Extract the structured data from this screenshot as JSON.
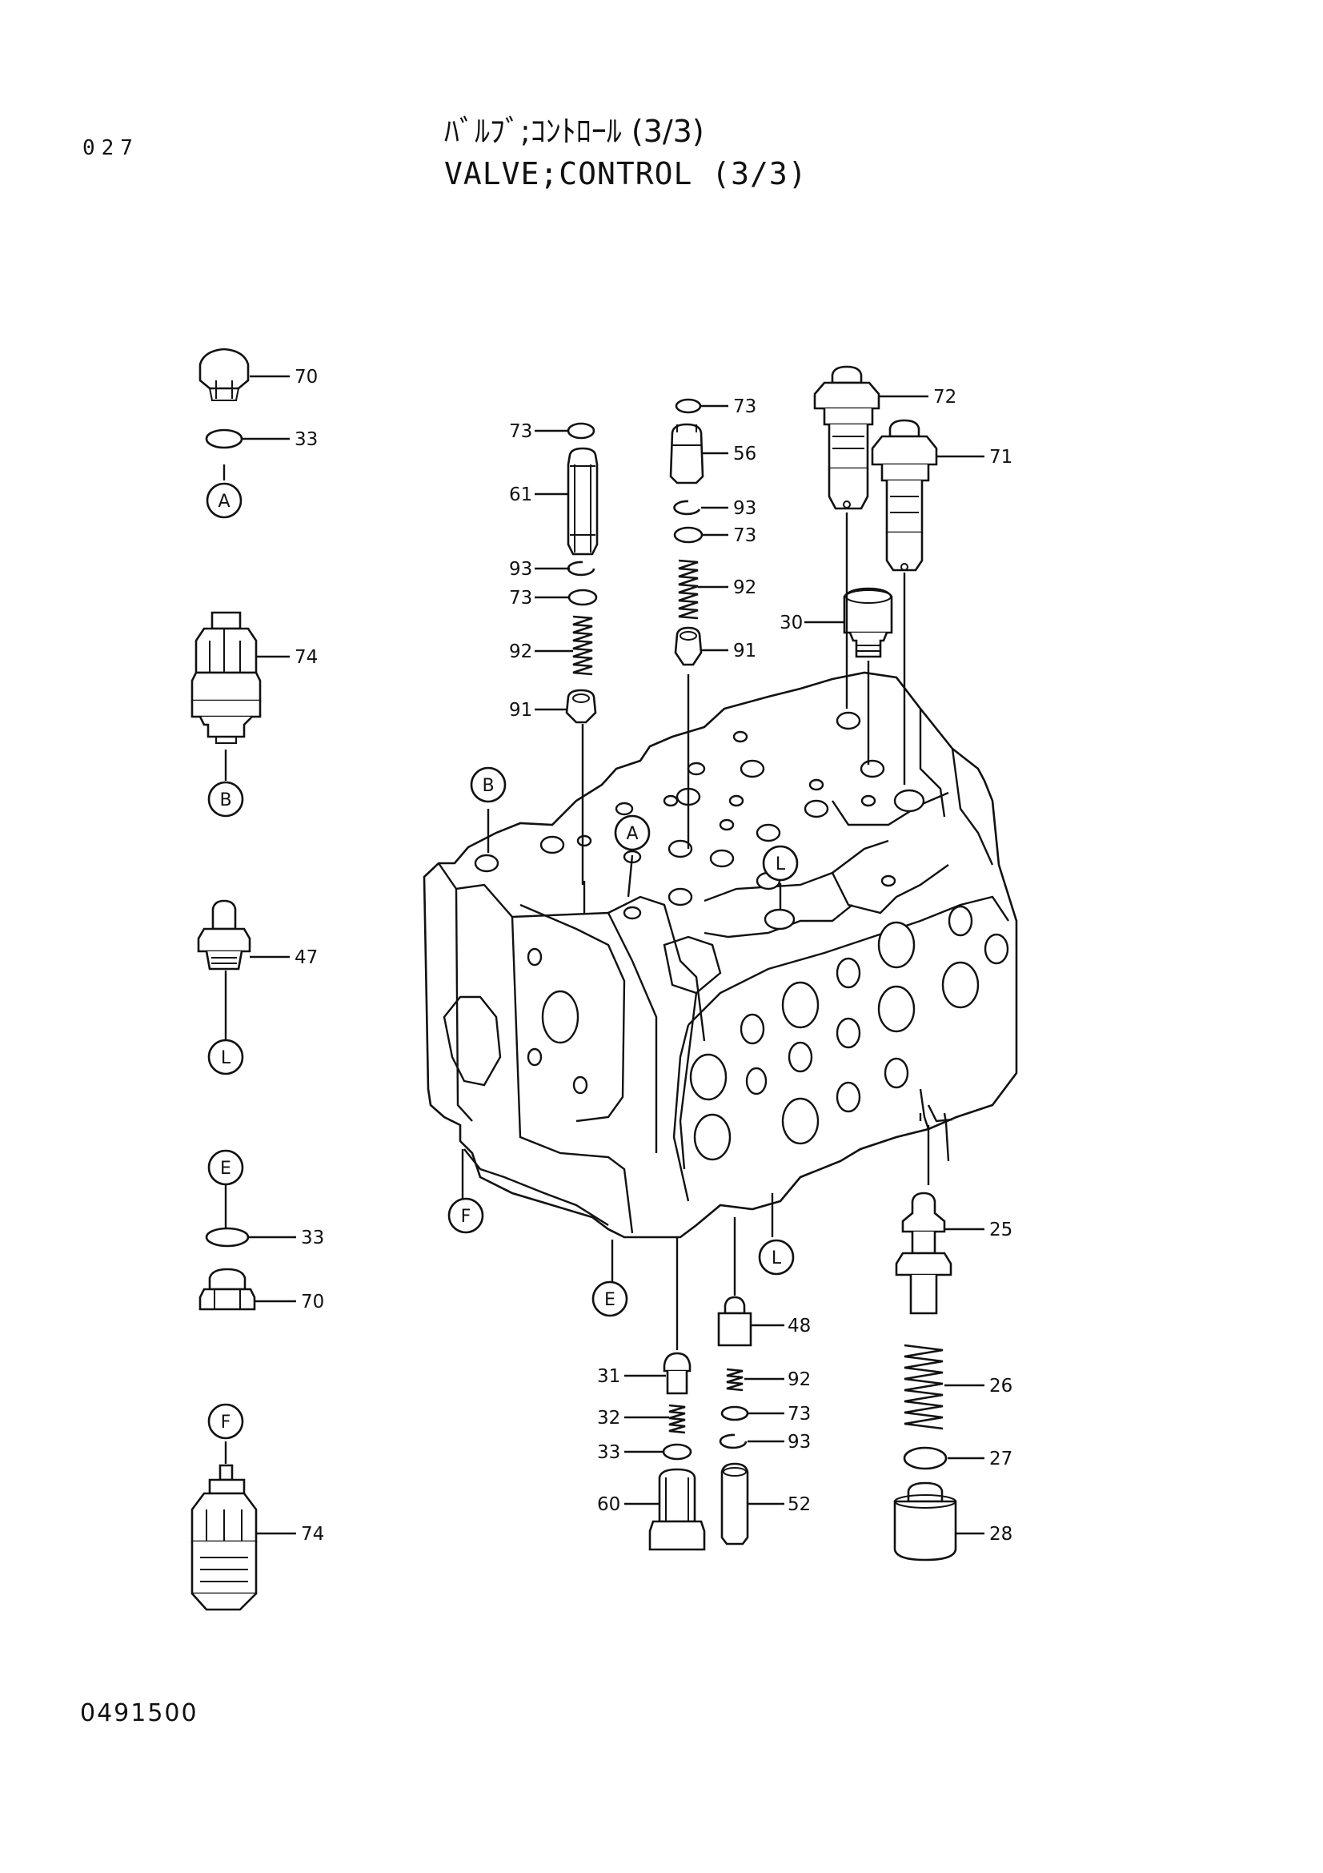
{
  "header": {
    "page_number": "027",
    "title_jp": "ﾊﾞﾙﾌﾞ;ｺﾝﾄﾛｰﾙ (3/3)",
    "title_en": "VALVE;CONTROL (3/3)"
  },
  "footer": {
    "drawing_code": "0491500"
  },
  "callouts": {
    "c70a": "70",
    "c33a": "33",
    "c74a": "74",
    "c47": "47",
    "c33b": "33",
    "c70b": "70",
    "c74b": "74",
    "c73a": "73",
    "c61": "61",
    "c93a": "93",
    "c73b": "73",
    "c92a": "92",
    "c91a": "91",
    "c73c": "73",
    "c56": "56",
    "c93b": "93",
    "c73d": "73",
    "c92b": "92",
    "c91b": "91",
    "c72": "72",
    "c71": "71",
    "c30": "30",
    "c25": "25",
    "c26": "26",
    "c27": "27",
    "c28": "28",
    "c31": "31",
    "c32": "32",
    "c33c": "33",
    "c60": "60",
    "c48": "48",
    "c92c": "92",
    "c73e": "73",
    "c93c": "93",
    "c52": "52"
  },
  "markers": {
    "mA1": "A",
    "mB1": "B",
    "mL1": "L",
    "mE1": "E",
    "mF1": "F",
    "mB2": "B",
    "mA2": "A",
    "mL2": "L",
    "mF2": "F",
    "mE2": "E",
    "mL3": "L"
  }
}
